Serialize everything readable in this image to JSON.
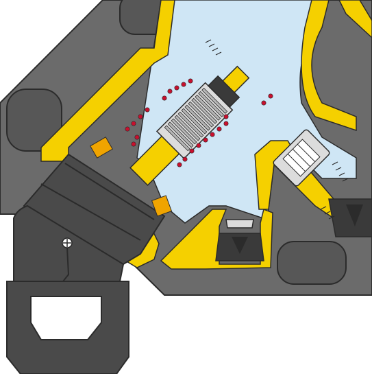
{
  "illustration": {
    "kind": "valve-cutaway",
    "palette": {
      "background": "#ffffff",
      "housing": "#6b6b6b",
      "housing_outline": "#2b2b2b",
      "inner_pocket": "#575757",
      "brass": "#f5d000",
      "brass_shadow": "#c9a500",
      "fluid": "#cfe6f5",
      "spring": "#b8b8b8",
      "seal": "#3a3a3a",
      "o_ring_dot": "#c8102e",
      "connector": "#4a4a4a",
      "orange_insert": "#f0a400",
      "steel": "#dcdcdc"
    },
    "parts": [
      "housing",
      "solenoid-coil-connector",
      "armature-spring",
      "plunger",
      "diaphragm-seat",
      "pilot-valve",
      "check-valve",
      "outlet-ports"
    ]
  }
}
